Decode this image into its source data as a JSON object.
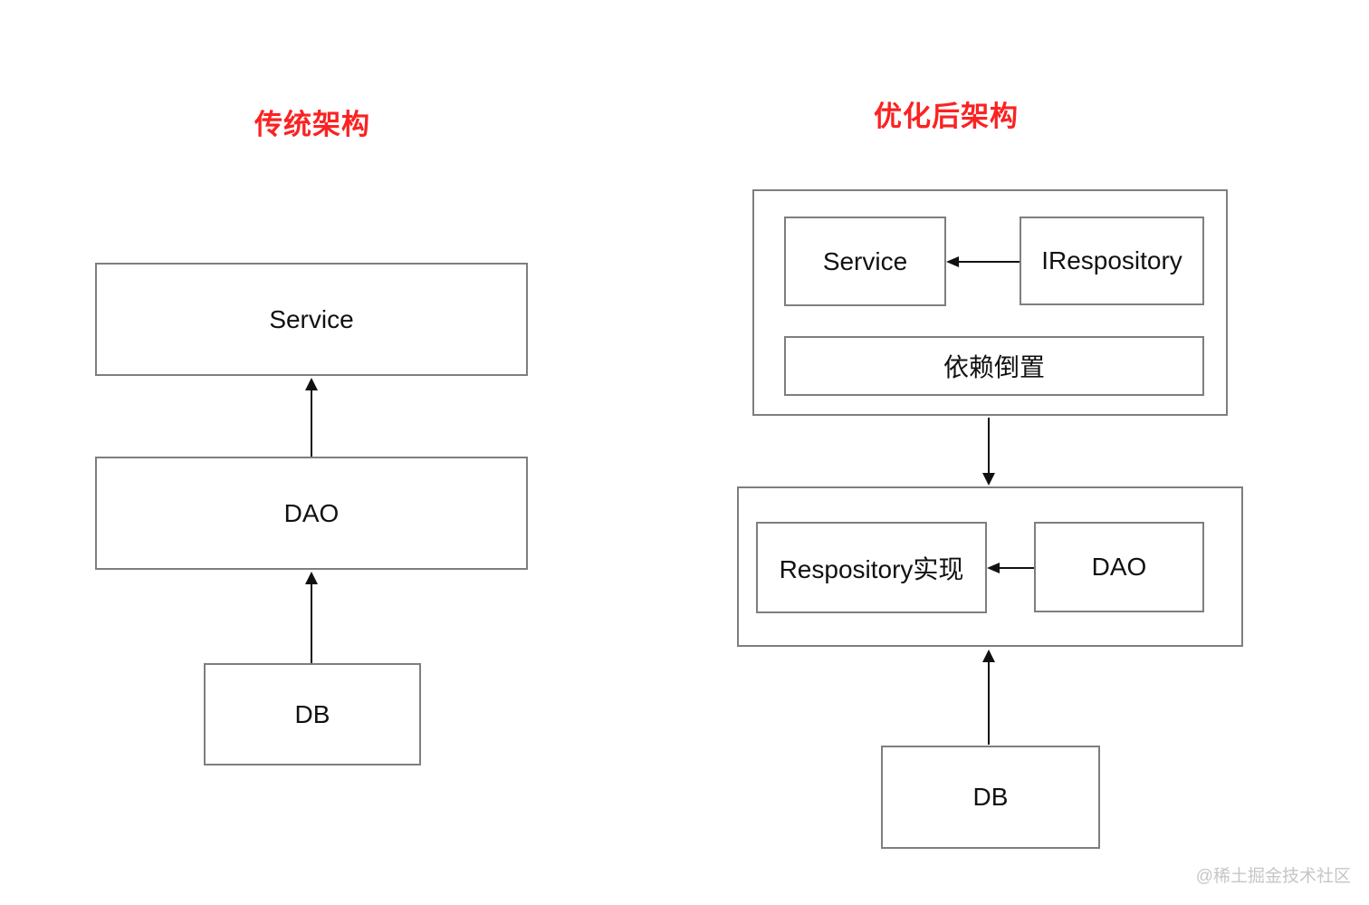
{
  "left_diagram": {
    "title": "传统架构",
    "nodes": {
      "service": "Service",
      "dao": "DAO",
      "db": "DB"
    },
    "edges": [
      {
        "from": "DB",
        "to": "DAO"
      },
      {
        "from": "DAO",
        "to": "Service"
      }
    ]
  },
  "right_diagram": {
    "title": "优化后架构",
    "nodes": {
      "service": "Service",
      "irepository": "IRespository",
      "dependency_inversion": "依赖倒置",
      "repository_impl": "Respository实现",
      "dao": "DAO",
      "db": "DB"
    },
    "edges": [
      {
        "from": "IRespository",
        "to": "Service"
      },
      {
        "from": "依赖倒置 group",
        "to": "Respository实现 group"
      },
      {
        "from": "DAO",
        "to": "Respository实现"
      },
      {
        "from": "DB",
        "to": "Respository实现 group"
      }
    ]
  },
  "watermark": {
    "text": "@稀土掘金技术社区"
  },
  "colors": {
    "title_red": "#fb2222",
    "box_border": "#7e7e7e",
    "arrow": "#111111",
    "label_text": "#111111",
    "watermark_gray": "#c6c6c6",
    "background": "#ffffff"
  }
}
